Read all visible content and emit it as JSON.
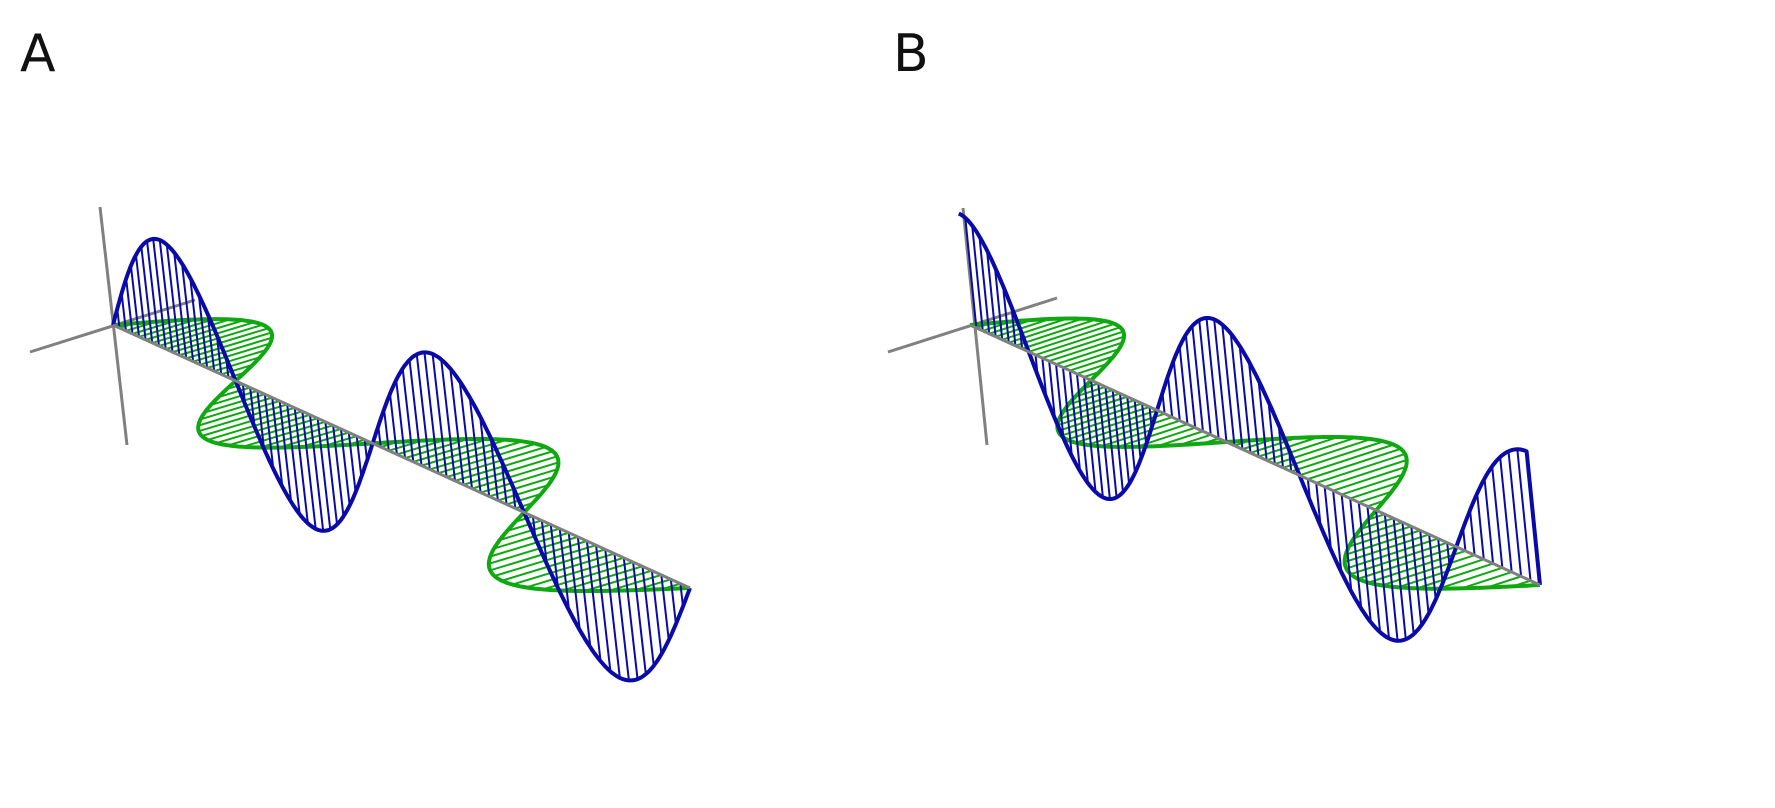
{
  "panels": [
    {
      "label": "A",
      "blue_wave": "sine",
      "green_wave": "sine",
      "polarization": "linear"
    },
    {
      "label": "B",
      "blue_wave": "cosine",
      "green_wave": "sine",
      "polarization": "circular"
    }
  ],
  "colors": {
    "blue_field": "#0a0aa8",
    "green_field": "#10a810",
    "axes": "#808080",
    "background": "#ffffff"
  }
}
